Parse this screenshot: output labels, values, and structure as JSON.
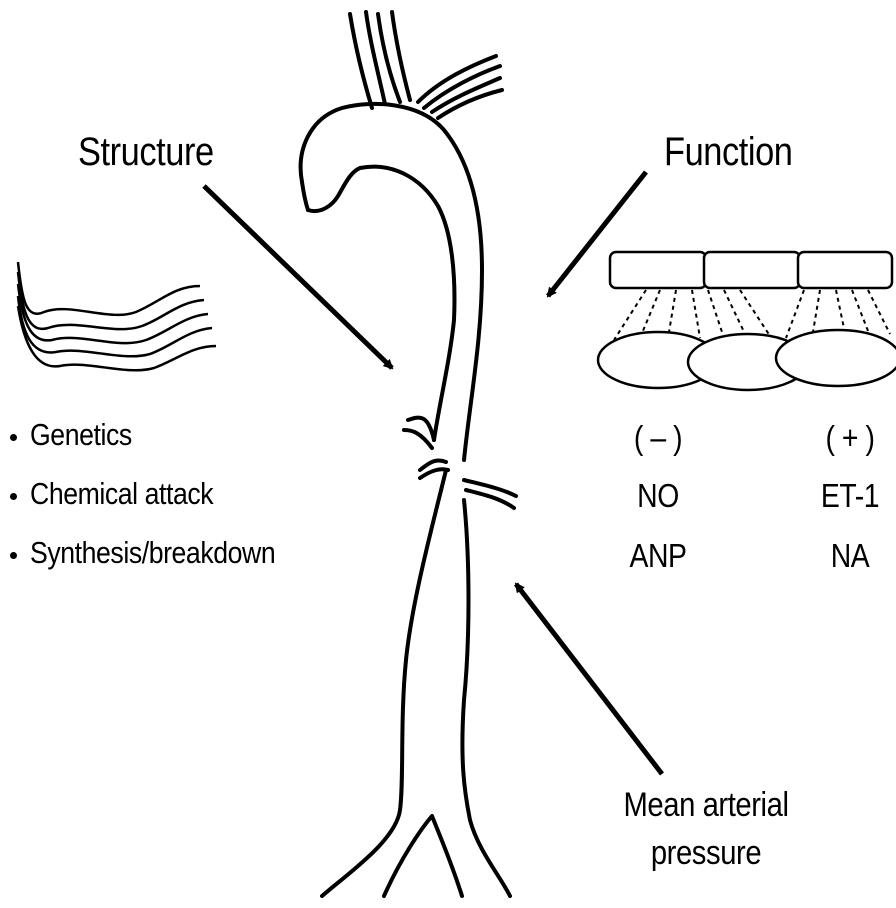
{
  "labels": {
    "structure": "Structure",
    "function": "Function",
    "pressure_line1": "Mean arterial",
    "pressure_line2": "pressure"
  },
  "structure_factors": [
    "Genetics",
    "Chemical attack",
    "Synthesis/breakdown"
  ],
  "function_groups": {
    "inhibitory": {
      "sign": "( – )",
      "items": [
        "NO",
        "ANP"
      ]
    },
    "excitatory": {
      "sign": "( + )",
      "items": [
        "ET-1",
        "NA"
      ]
    }
  },
  "colors": {
    "ink": "#000000",
    "background": "#ffffff"
  },
  "icons": {
    "fibers": "elastin-fibers-icon",
    "cells": "endothelium-smooth-muscle-icon",
    "vessel": "aorta-outline"
  }
}
